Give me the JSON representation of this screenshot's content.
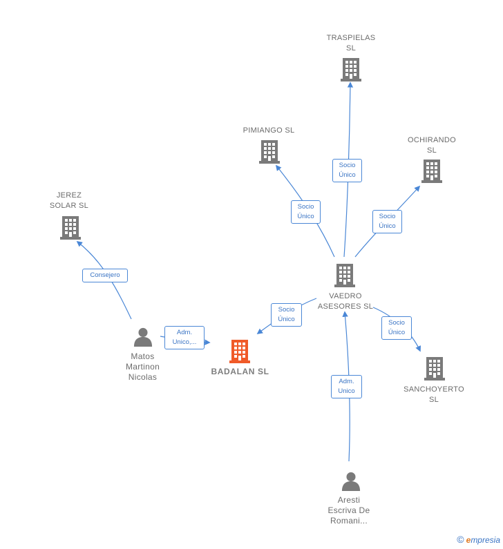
{
  "nodes": {
    "traspielas": {
      "label_line1": "TRASPIELAS",
      "label_line2": "SL",
      "icon": "building-icon"
    },
    "pimiango": {
      "label_line1": "PIMIANGO  SL",
      "icon": "building-icon"
    },
    "ochirando": {
      "label_line1": "OCHIRANDO",
      "label_line2": "SL",
      "icon": "building-icon"
    },
    "jerez": {
      "label_line1": "JEREZ",
      "label_line2": "SOLAR SL",
      "icon": "building-icon"
    },
    "vaedro": {
      "label_line1": "VAEDRO",
      "label_line2": "ASESORES  SL",
      "icon": "building-icon"
    },
    "badalan": {
      "label_line1": "BADALAN  SL",
      "icon": "building-icon",
      "color": "#f05a28"
    },
    "sanchoyerto": {
      "label_line1": "SANCHOYERTO",
      "label_line2": "SL",
      "icon": "building-icon"
    },
    "matos": {
      "label_line1": "Matos",
      "label_line2": "Martinon",
      "label_line3": "Nicolas",
      "icon": "person-icon"
    },
    "aresti": {
      "label_line1": "Aresti",
      "label_line2": "Escriva De",
      "label_line3": "Romani...",
      "icon": "person-icon"
    }
  },
  "edges": {
    "vaedro_traspielas": {
      "line1": "Socio",
      "line2": "Único"
    },
    "vaedro_pimiango": {
      "line1": "Socio",
      "line2": "Único"
    },
    "vaedro_ochirando": {
      "line1": "Socio",
      "line2": "Único"
    },
    "matos_jerez": {
      "line1": "Consejero"
    },
    "vaedro_badalan": {
      "line1": "Socio",
      "line2": "Único"
    },
    "matos_badalan": {
      "line1": "Adm.",
      "line2": "Unico,..."
    },
    "vaedro_sanchoyerto": {
      "line1": "Socio",
      "line2": "Único"
    },
    "aresti_vaedro": {
      "line1": "Adm.",
      "line2": "Unico"
    }
  },
  "colors": {
    "node": "#7a7a7a",
    "main_node": "#f05a28",
    "edge": "#4a87d6"
  },
  "footer": {
    "copyright": "©",
    "brand_first": "e",
    "brand_rest": "mpresia"
  }
}
